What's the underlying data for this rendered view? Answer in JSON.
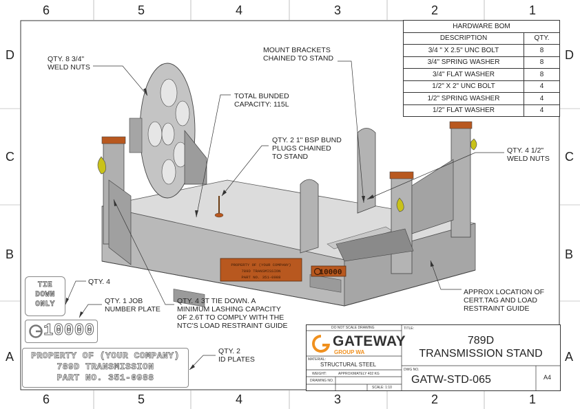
{
  "zones": {
    "top": [
      "6",
      "5",
      "4",
      "3",
      "2",
      "1"
    ],
    "bottom": [
      "6",
      "5",
      "4",
      "3",
      "2",
      "1"
    ],
    "left": [
      "D",
      "C",
      "B",
      "A"
    ],
    "right": [
      "D",
      "C",
      "B",
      "A"
    ]
  },
  "bom": {
    "title": "HARDWARE BOM",
    "col_desc": "DESCRIPTION",
    "col_qty": "QTY.",
    "rows": [
      {
        "desc": "3/4 \" X 2.5\" UNC BOLT",
        "qty": "8"
      },
      {
        "desc": "3/4\" SPRING WASHER",
        "qty": "8"
      },
      {
        "desc": "3/4\" FLAT WASHER",
        "qty": "8"
      },
      {
        "desc": "1/2\" X 2\" UNC BOLT",
        "qty": "4"
      },
      {
        "desc": "1/2\" SPRING WASHER",
        "qty": "4"
      },
      {
        "desc": "1/2\" FLAT WASHER",
        "qty": "4"
      }
    ]
  },
  "callouts": {
    "weld_nuts_34": "QTY. 8 3/4\"\nWELD NUTS",
    "bunded": "TOTAL BUNDED\nCAPACITY: 115L",
    "mount_brackets": "MOUNT BRACKETS\nCHAINED TO STAND",
    "bsp_plugs": "QTY. 2 1\" BSP BUND\nPLUGS CHAINED\nTO STAND",
    "weld_nuts_12": "QTY. 4 1/2\"\nWELD NUTS",
    "cert_tag": "APPROX LOCATION OF\nCERT.TAG AND LOAD\nRESTRAINT GUIDE",
    "tie_down_qty": "QTY. 4",
    "job_plate": "QTY. 1 JOB\nNUMBER PLATE",
    "tie_down_3t": "QTY. 4 3T TIE DOWN. A\nMINIMUM LASHING CAPACITY\nOF 2.6T TO COMPLY WITH THE\nNTC'S LOAD RESTRAINT GUIDE",
    "id_plates": "QTY. 2\nID PLATES"
  },
  "plates": {
    "tie_down": [
      "TIE",
      "DOWN",
      "ONLY"
    ],
    "job_number": "10000",
    "id_plate": [
      "PROPERTY OF (YOUR COMPANY)",
      "789D TRANSMISSION",
      "PART NO. 351-0988"
    ],
    "model_id_plate": [
      "PROPERTY OF (YOUR COMPANY)",
      "789D TRANSMISSION",
      "PART NO. 351-0988"
    ],
    "model_job_plate": "10000"
  },
  "title_block": {
    "do_not_scale": "DO NOT SCALE DRAWING",
    "company": "GATEWAY",
    "company_sub": "GROUP WA",
    "title_label": "TITLE:",
    "title_line1": "789D",
    "title_line2": "TRANSMISSION STAND",
    "material_label": "MATERIAL:",
    "material": "STRUCTURAL STEEL",
    "weight_label": "WEIGHT:",
    "weight": "APPROXIMATELY 402 KG",
    "drawing_no_label": "DRAWING NO.",
    "scale": "SCALE: 1:10",
    "dwg_no_label": "DWG NO.",
    "dwg_no": "GATW-STD-065",
    "sheet_size": "A4"
  },
  "colors": {
    "steel": "#b9b9b9",
    "steel_dark": "#8f8f8f",
    "plate_orange": "#b8581f",
    "shackle_yellow": "#c9c21a",
    "logo_orange": "#f0901e"
  }
}
